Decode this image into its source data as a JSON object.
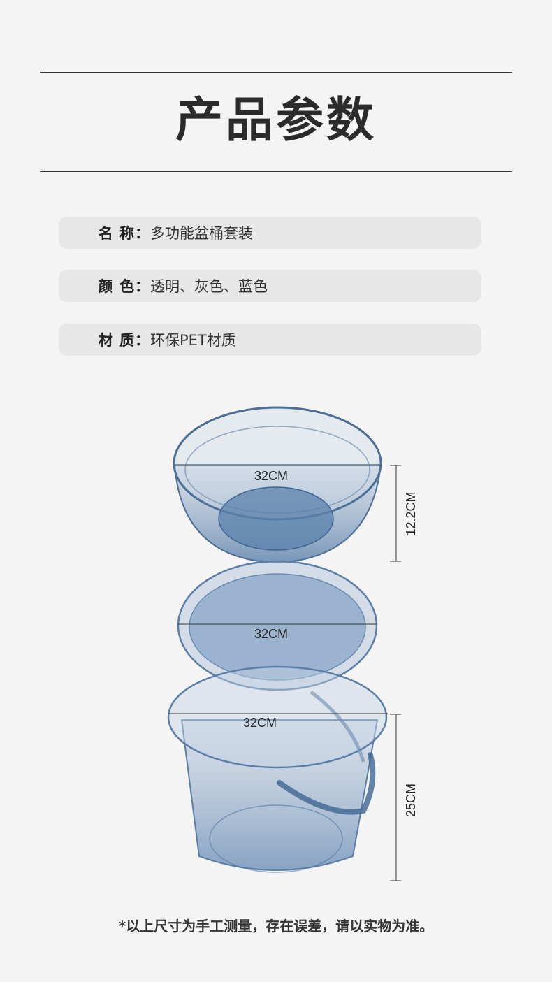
{
  "page": {
    "title": "产品参数",
    "specs": [
      {
        "label": "名  称：",
        "value": "多功能盆桶套装"
      },
      {
        "label": "颜  色：",
        "value": "透明、灰色、蓝色"
      },
      {
        "label": "材  质：",
        "value": "环保PET材质"
      }
    ],
    "dimensions": {
      "basin_width": "32CM",
      "basin_height": "12.2CM",
      "lid_width": "32CM",
      "bucket_width": "32CM",
      "bucket_height": "25CM"
    },
    "footnote": "*以上尺寸为手工测量，存在误差，请以实物为准。"
  },
  "colors": {
    "background": "#f4f4f4",
    "spec_row_bg": "#e7e7e7",
    "product_blue": "#5b7fa8"
  }
}
